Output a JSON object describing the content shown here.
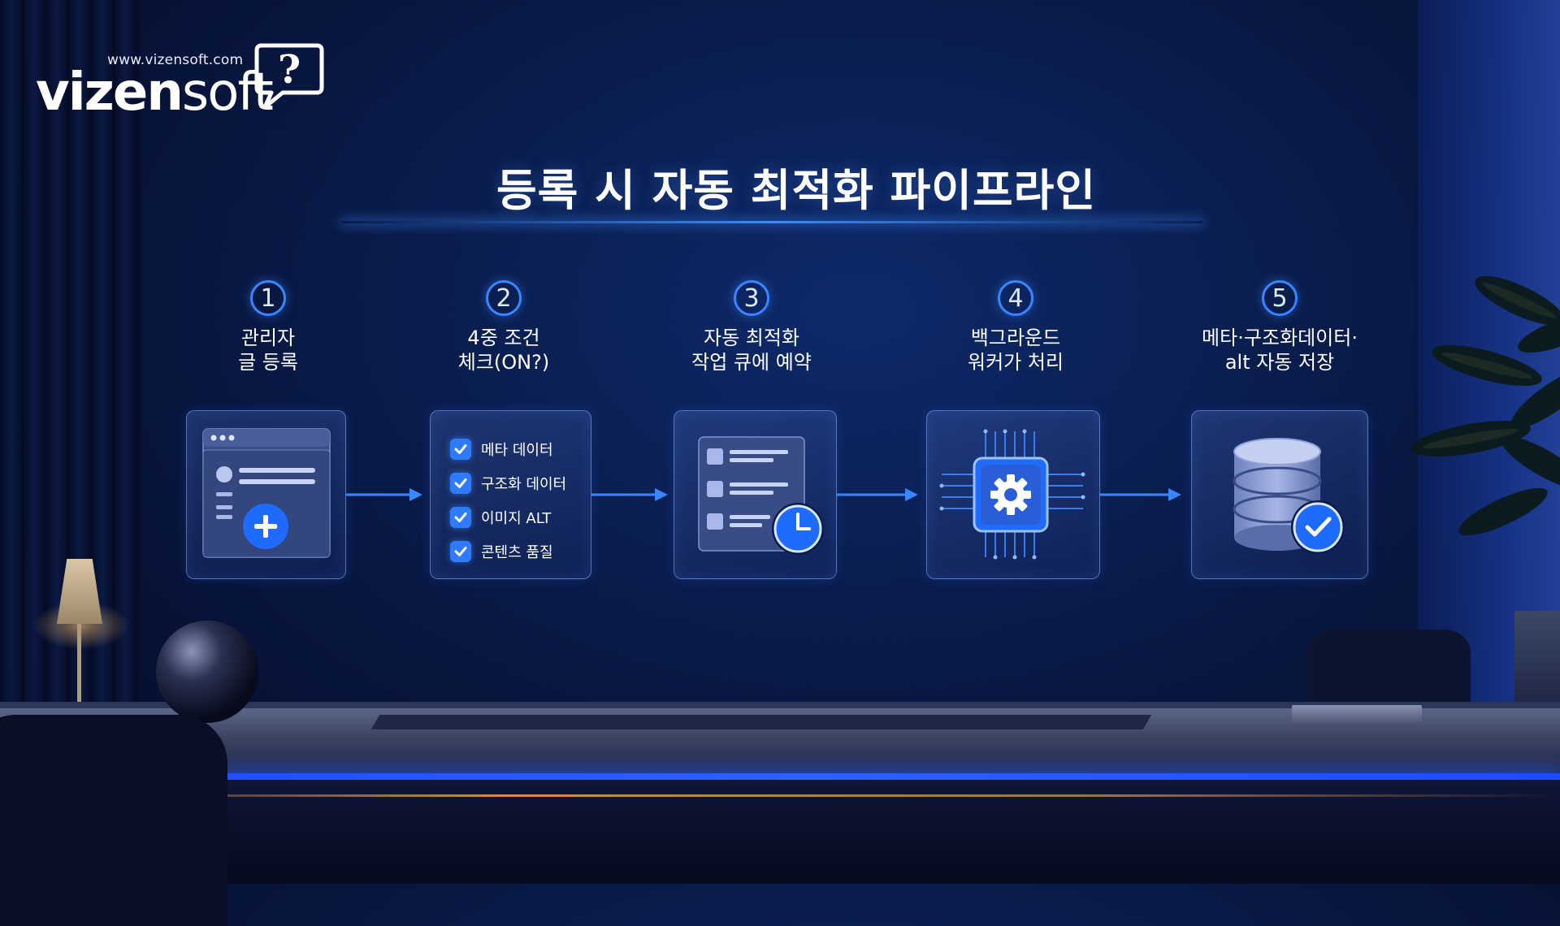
{
  "brand": {
    "url": "www.vizensoft.com",
    "name_bold": "vizen",
    "name_light": "soft",
    "bubble_glyph": "?"
  },
  "title": "등록 시 자동 최적화 파이프라인",
  "colors": {
    "accent": "#3a86ff",
    "check": "#2f7bff",
    "clock": "#1f6bff"
  },
  "steps": [
    {
      "number": "1",
      "label": "관리자\n글 등록",
      "icon": "post-window-add-icon"
    },
    {
      "number": "2",
      "label": "4중 조건\n체크(ON?)",
      "icon": "checklist-icon",
      "checks": [
        "메타 데이터",
        "구조화 데이터",
        "이미지 ALT",
        "콘텐츠 품질"
      ]
    },
    {
      "number": "3",
      "label": "자동 최적화\n작업 큐에 예약",
      "icon": "queue-clock-icon"
    },
    {
      "number": "4",
      "label": "백그라운드\n워커가 처리",
      "icon": "processor-gear-icon"
    },
    {
      "number": "5",
      "label": "메타·구조화데이터·\nalt 자동 저장",
      "icon": "database-check-icon"
    }
  ]
}
